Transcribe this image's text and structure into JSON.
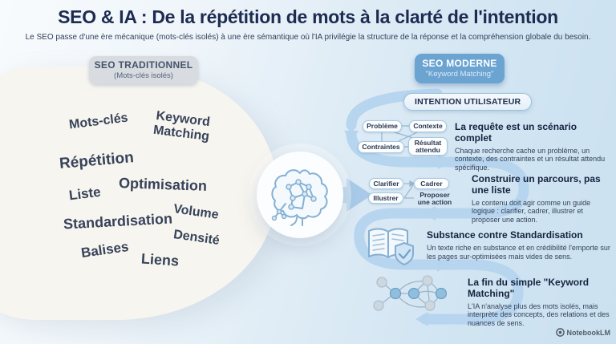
{
  "header": {
    "title": "SEO & IA : De la répétition de mots à la clarté de l'intention",
    "subtitle": "Le SEO passe d'une ère mécanique (mots-clés isolés) à une ère sémantique où l'IA privilégie la structure de la réponse et la compréhension globale du besoin."
  },
  "traditional": {
    "badge_title": "SEO TRADITIONNEL",
    "badge_subtitle": "(Mots-clés isolés)",
    "keywords": [
      "Mots-clés",
      "Keyword\nMatching",
      "Répétition",
      "Liste",
      "Optimisation",
      "Standardisation",
      "Volume",
      "Densité",
      "Balises",
      "Liens"
    ]
  },
  "modern": {
    "badge_title": "SEO MODERNE",
    "badge_subtitle": "\"Keyword Matching\"",
    "intent_label": "INTENTION UTILISATEUR",
    "sections": [
      {
        "heading": "La requête est un scénario complet",
        "description": "Chaque recherche cache un problème, un contexte, des contraintes et un résultat attendu spécifique.",
        "nodes": [
          "Problème",
          "Contexte",
          "Contraintes",
          "Résultat attendu"
        ]
      },
      {
        "heading": "Construire un parcours, pas une liste",
        "description": "Le contenu doit agir comme un guide logique : clarifier, cadrer, illustrer et proposer une action.",
        "nodes": [
          "Clarifier",
          "Cadrer",
          "Illustrer",
          "Proposer une action"
        ]
      },
      {
        "heading": "Substance contre Standardisation",
        "description": "Un texte riche en substance et en crédibilité l'emporte sur les pages sur-optimisées mais vides de sens.",
        "icon": "book-shield-icon"
      },
      {
        "heading": "La fin du simple \"Keyword Matching\"",
        "description": "L'IA n'analyse plus des mots isolés, mais interprète des concepts, des relations et des nuances de sens.",
        "icon": "network-graph-icon"
      }
    ]
  },
  "footer": {
    "brand": "NotebookLM"
  },
  "colors": {
    "accent_blue": "#6ba3d1",
    "path_blue": "#b5d4ee",
    "heading_navy": "#15223f",
    "cream": "#f7f5ef"
  }
}
